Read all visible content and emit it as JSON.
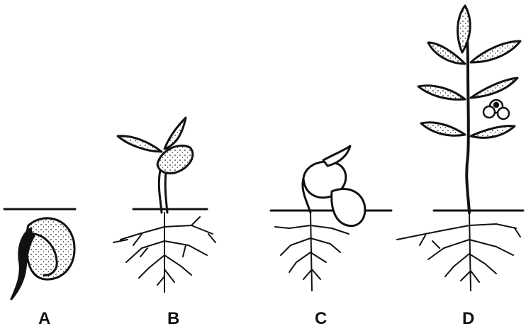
{
  "stages": [
    {
      "label": "A"
    },
    {
      "label": "B"
    },
    {
      "label": "C"
    },
    {
      "label": "D"
    }
  ]
}
